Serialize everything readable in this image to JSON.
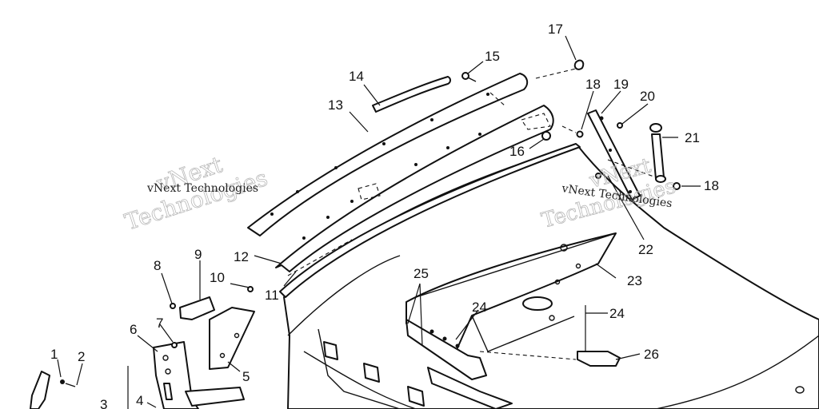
{
  "watermark": {
    "brand_line1": "vNext",
    "brand_line2": "Technologies",
    "small_text": "vNext Technologies"
  },
  "callouts": [
    "1",
    "2",
    "3",
    "4",
    "5",
    "6",
    "7",
    "8",
    "9",
    "10",
    "11",
    "12",
    "13",
    "14",
    "15",
    "16",
    "17",
    "18",
    "19",
    "20",
    "21",
    "18",
    "22",
    "23",
    "24",
    "24",
    "25",
    "26"
  ],
  "colors": {
    "line": "#111111",
    "background": "#ffffff",
    "watermark": "#b8b8b8"
  }
}
